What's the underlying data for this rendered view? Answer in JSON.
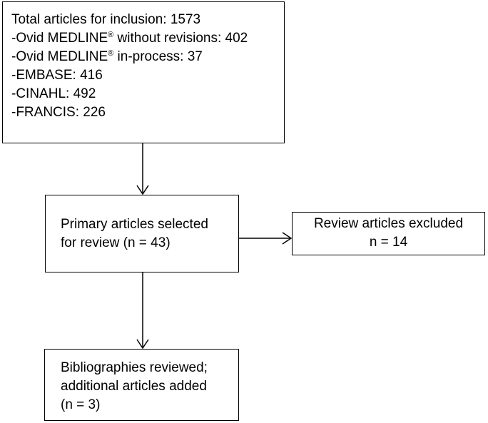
{
  "top_box": {
    "lines": [
      "Total articles for inclusion: 1573",
      "-Ovid MEDLINE",
      " without revisions: 402",
      "-Ovid MEDLINE",
      " in-process: 37",
      "-EMBASE: 416",
      "-CINAHL: 492",
      "-FRANCIS: 226"
    ],
    "registered_mark": "®"
  },
  "primary_box": {
    "line1": "Primary articles selected",
    "line2": "for review (n = 43)"
  },
  "review_box": {
    "line1": "Review articles excluded",
    "line2": "n = 14"
  },
  "biblio_box": {
    "line1": "Bibliographies reviewed;",
    "line2": "additional articles added",
    "line3": "(n = 3)"
  }
}
